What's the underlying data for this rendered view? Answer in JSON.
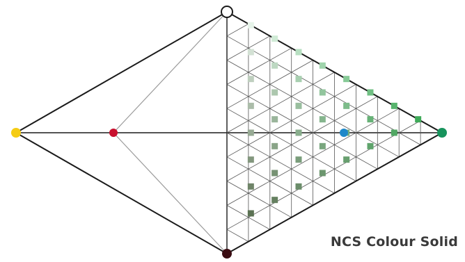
{
  "caption": "NCS Colour Solid",
  "vertices": {
    "top": {
      "name": "white-point",
      "color": "#ffffff"
    },
    "bottom": {
      "name": "black-point",
      "color": "#3a0c12"
    },
    "left": {
      "name": "yellow-point",
      "color": "#f5cc14"
    },
    "right": {
      "name": "green-point",
      "color": "#17935c"
    },
    "red": {
      "name": "red-point",
      "color": "#c8102e"
    },
    "blue": {
      "name": "blue-point",
      "color": "#1e88c9"
    }
  },
  "palette": {
    "outline": "#1a1a1a",
    "hue_lines": "#9a9a9a",
    "grid_lines": "#555555",
    "swatch_light": "#e6efd5",
    "swatch_mid": "#8cbf5e",
    "swatch_dark": "#1f3a12",
    "swatch_saturated": "#1c9a3a"
  },
  "grid_divisions": 10
}
